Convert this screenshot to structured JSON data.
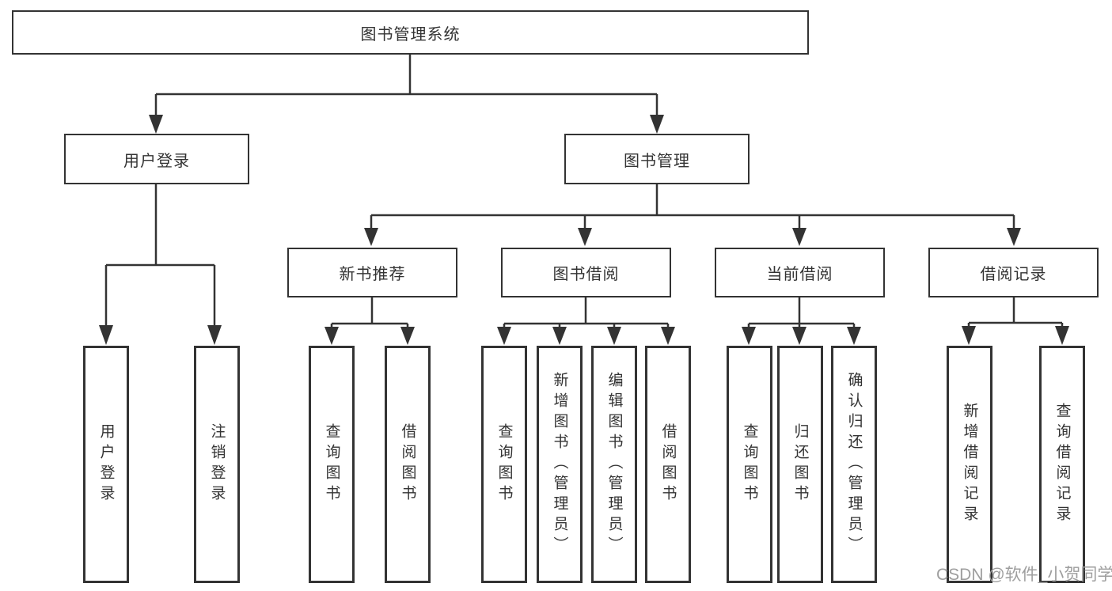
{
  "diagram": {
    "root": {
      "label": "图书管理系统"
    },
    "level1": [
      {
        "label": "用户登录"
      },
      {
        "label": "图书管理"
      }
    ],
    "level2": [
      {
        "label": "新书推荐"
      },
      {
        "label": "图书借阅"
      },
      {
        "label": "当前借阅"
      },
      {
        "label": "借阅记录"
      }
    ],
    "leaves": {
      "userLogin": [
        {
          "label": "用户登录"
        },
        {
          "label": "注销登录"
        }
      ],
      "newBooks": [
        {
          "label": "查询图书"
        },
        {
          "label": "借阅图书"
        }
      ],
      "bookBorrow": [
        {
          "label": "查询图书"
        },
        {
          "label": "新增图书（管理员）"
        },
        {
          "label": "编辑图书（管理员）"
        },
        {
          "label": "借阅图书"
        }
      ],
      "currentBorrow": [
        {
          "label": "查询图书"
        },
        {
          "label": "归还图书"
        },
        {
          "label": "确认归还（管理员）"
        }
      ],
      "borrowRecords": [
        {
          "label": "新增借阅记录"
        },
        {
          "label": "查询借阅记录"
        }
      ]
    }
  },
  "watermark": {
    "text": "CSDN @软件_小贺同学",
    "color": "#9e9e9e"
  },
  "colors": {
    "line": "#333333",
    "box_border": "#333333",
    "text": "#333333",
    "background": "#ffffff"
  }
}
